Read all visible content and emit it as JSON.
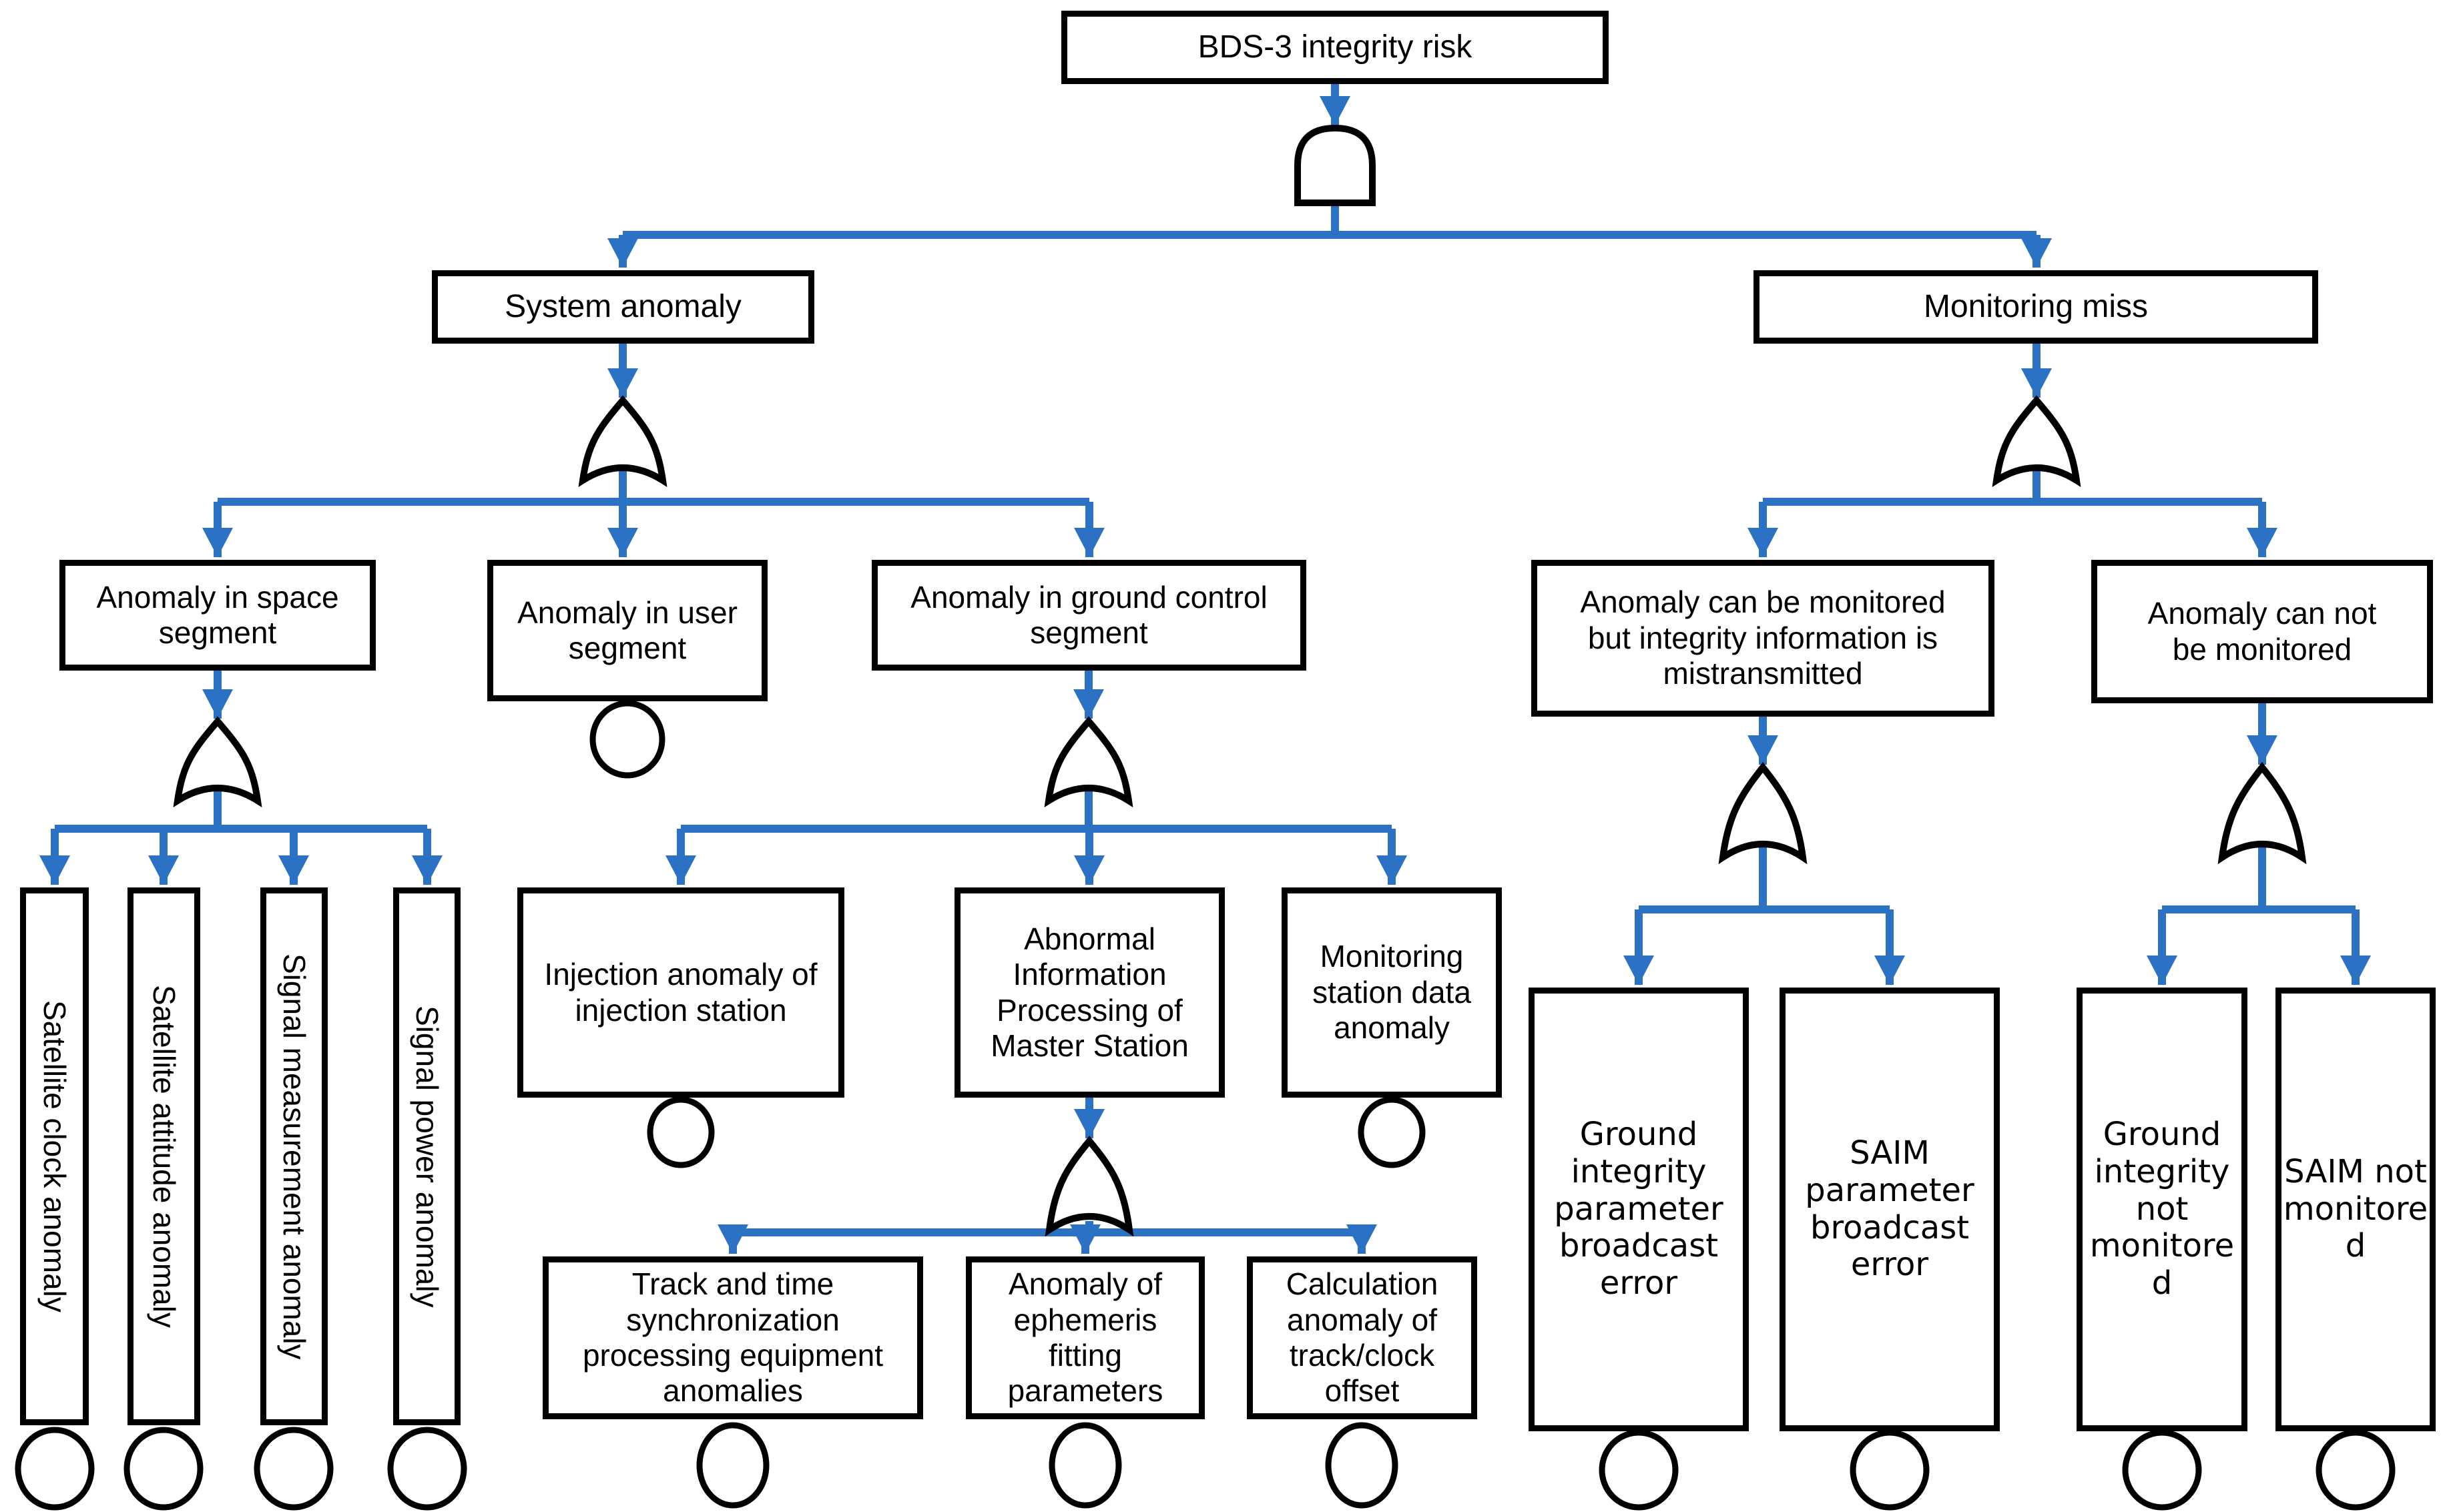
{
  "diagram": {
    "type": "fault-tree",
    "root_event": "BDS-3 integrity risk",
    "colors": {
      "connector": "#2B72C4",
      "shape_stroke": "#000000",
      "shape_fill": "#FFFFFF",
      "text": "#000000"
    },
    "nodes": {
      "root": {
        "label": "BDS-3 integrity risk",
        "gate": "AND"
      },
      "system_anomaly": {
        "label": "System anomaly",
        "gate": "OR"
      },
      "monitoring_miss": {
        "label": "Monitoring miss",
        "gate": "OR"
      },
      "space_segment": {
        "label": "Anomaly in space segment",
        "gate": "OR"
      },
      "user_segment": {
        "label": "Anomaly in user segment",
        "event": "basic"
      },
      "ground_control_segment": {
        "label": "Anomaly in ground control segment",
        "gate": "OR"
      },
      "monitored_but_mistransmitted": {
        "label": "Anomaly can be monitored but integrity information is mistransmitted",
        "gate": "OR"
      },
      "cannot_be_monitored": {
        "label": "Anomaly can not be monitored",
        "gate": "OR"
      },
      "satellite_clock_anomaly": {
        "label": "Satellite clock anomaly",
        "event": "basic"
      },
      "satellite_attitude_anomaly": {
        "label": "Satellite attitude anomaly",
        "event": "basic"
      },
      "signal_measurement_anomaly": {
        "label": "Signal measurement anomaly",
        "event": "basic"
      },
      "signal_power_anomaly": {
        "label": "Signal power anomaly",
        "event": "basic"
      },
      "injection_station_anomaly": {
        "label": "Injection anomaly of injection station",
        "event": "basic"
      },
      "master_station_processing": {
        "label": "Abnormal Information Processing of Master Station",
        "gate": "OR"
      },
      "monitoring_station_data_anomaly": {
        "label": "Monitoring station data anomaly",
        "event": "basic"
      },
      "track_time_sync_equipment": {
        "label": "Track and time synchronization processing equipment anomalies",
        "event": "basic"
      },
      "ephemeris_fitting_parameters": {
        "label": "Anomaly of ephemeris fitting parameters",
        "event": "basic"
      },
      "track_clock_offset_calculation": {
        "label": "Calculation anomaly of track/clock offset",
        "event": "basic"
      },
      "ground_integrity_broadcast_error": {
        "label": "Ground integrity parameter broadcast error",
        "event": "basic"
      },
      "saim_broadcast_error": {
        "label": "SAIM parameter broadcast error",
        "event": "basic"
      },
      "ground_integrity_not_monitored": {
        "label": "Ground integrity not monitore d",
        "event": "basic"
      },
      "saim_not_monitored": {
        "label": "SAIM not monitore d",
        "event": "basic"
      }
    }
  }
}
